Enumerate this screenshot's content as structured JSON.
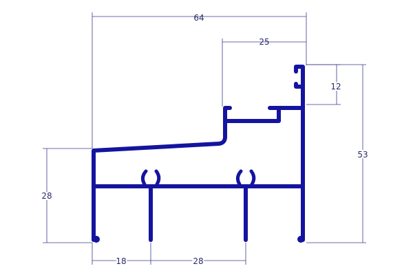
{
  "drawing": {
    "profile_color": "#1414a0",
    "dimension_color": "#3a3a8c",
    "dimensions": {
      "overall_width": "64",
      "upper_width": "25",
      "hook_height": "12",
      "overall_height": "53",
      "lower_height": "28",
      "left_leg_spacing": "18",
      "middle_leg_spacing": "28"
    }
  }
}
